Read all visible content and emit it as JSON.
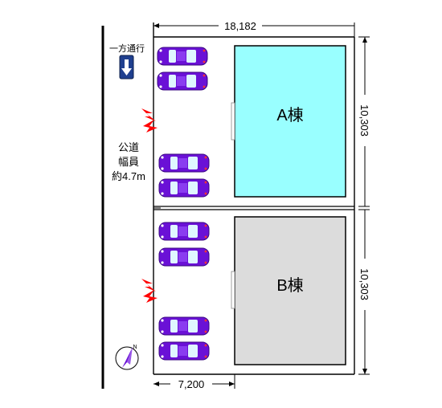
{
  "dimensions": {
    "total_width": "18,182",
    "lot_a_depth": "10,303",
    "lot_b_depth": "10,303",
    "parking_width": "7,200"
  },
  "road": {
    "one_way_label": "一方通行",
    "name": "公道",
    "width_label": "幅員",
    "width_value": "約4.7m"
  },
  "buildings": {
    "a_label": "A棟",
    "b_label": "B棟"
  },
  "compass": {
    "north_label": "N"
  },
  "colors": {
    "building_a_fill": "#99ffff",
    "building_b_fill": "#dcdcdc",
    "car_body": "#6a11d6",
    "car_glass": "#dff6ff",
    "entrance_arrow": "#ff0000",
    "one_way_sign": "#1f3f8f"
  },
  "icons": [
    "car-icon",
    "entrance-arrow-icon",
    "one-way-sign-icon",
    "compass-icon"
  ]
}
